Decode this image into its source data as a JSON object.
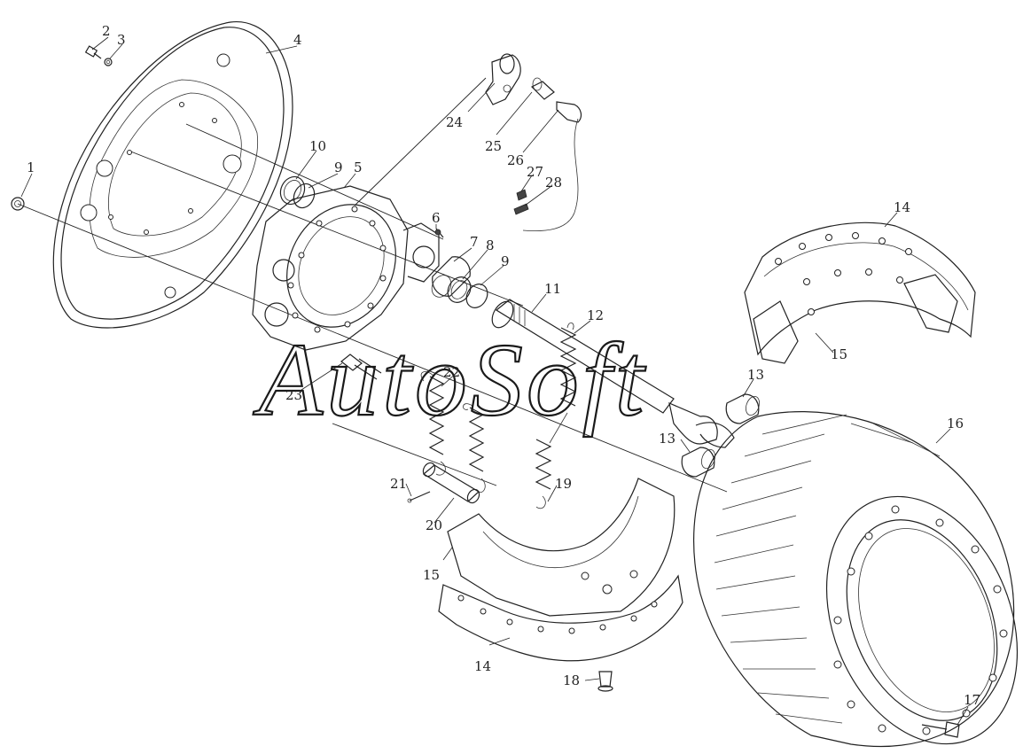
{
  "watermark": "AutoSoft",
  "callouts": [
    {
      "id": "1",
      "label": "1"
    },
    {
      "id": "2",
      "label": "2"
    },
    {
      "id": "3",
      "label": "3"
    },
    {
      "id": "4",
      "label": "4"
    },
    {
      "id": "5",
      "label": "5"
    },
    {
      "id": "6",
      "label": "6"
    },
    {
      "id": "7",
      "label": "7"
    },
    {
      "id": "8",
      "label": "8"
    },
    {
      "id": "9a",
      "label": "9"
    },
    {
      "id": "9b",
      "label": "9"
    },
    {
      "id": "10",
      "label": "10"
    },
    {
      "id": "11",
      "label": "11"
    },
    {
      "id": "12",
      "label": "12"
    },
    {
      "id": "13a",
      "label": "13"
    },
    {
      "id": "13b",
      "label": "13"
    },
    {
      "id": "14a",
      "label": "14"
    },
    {
      "id": "14b",
      "label": "14"
    },
    {
      "id": "15a",
      "label": "15"
    },
    {
      "id": "15b",
      "label": "15"
    },
    {
      "id": "16",
      "label": "16"
    },
    {
      "id": "17",
      "label": "17"
    },
    {
      "id": "18",
      "label": "18"
    },
    {
      "id": "19",
      "label": "19"
    },
    {
      "id": "20",
      "label": "20"
    },
    {
      "id": "21",
      "label": "21"
    },
    {
      "id": "22",
      "label": "22"
    },
    {
      "id": "23",
      "label": "23"
    },
    {
      "id": "24",
      "label": "24"
    },
    {
      "id": "25",
      "label": "25"
    },
    {
      "id": "26",
      "label": "26"
    },
    {
      "id": "27",
      "label": "27"
    },
    {
      "id": "28",
      "label": "28"
    }
  ]
}
